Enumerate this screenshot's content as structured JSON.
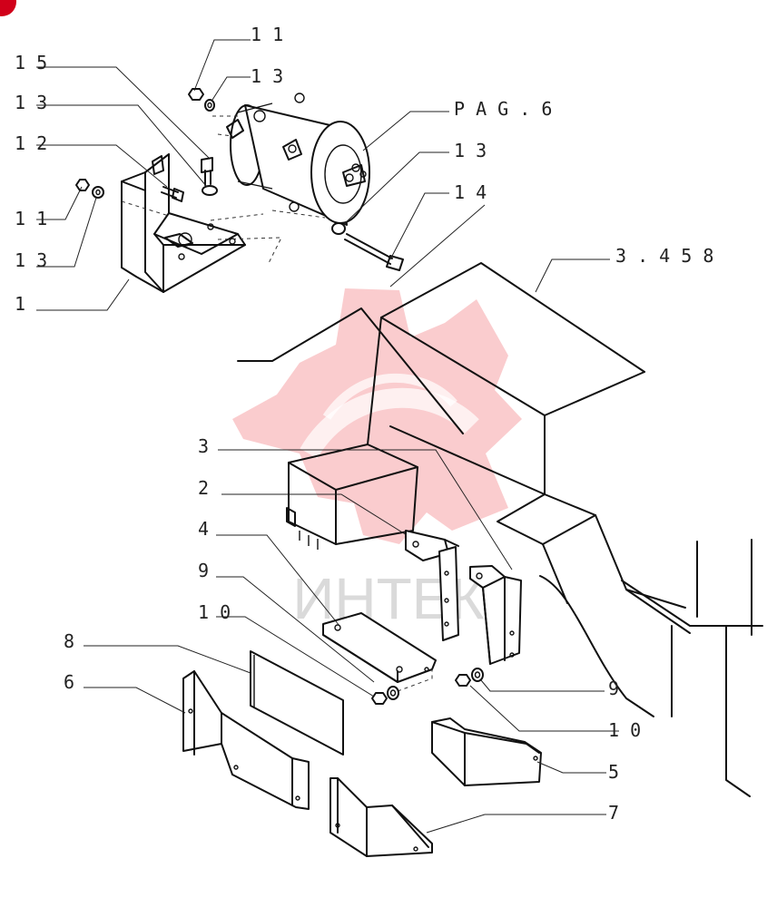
{
  "diagram": {
    "callouts": [
      {
        "id": "c11a",
        "text": "1 1"
      },
      {
        "id": "c13a",
        "text": "1 3"
      },
      {
        "id": "cpag",
        "text": "P A G . 6"
      },
      {
        "id": "c15",
        "text": "1 5"
      },
      {
        "id": "c13b",
        "text": "1 3"
      },
      {
        "id": "c12",
        "text": "1 2"
      },
      {
        "id": "c13c",
        "text": "1 3"
      },
      {
        "id": "c14",
        "text": "1 4"
      },
      {
        "id": "c11b",
        "text": "1 1"
      },
      {
        "id": "c13d",
        "text": "1 3"
      },
      {
        "id": "c1",
        "text": "1"
      },
      {
        "id": "c3458",
        "text": "3 . 4 5 8"
      },
      {
        "id": "c3",
        "text": "3"
      },
      {
        "id": "c2",
        "text": "2"
      },
      {
        "id": "c4",
        "text": "4"
      },
      {
        "id": "c9a",
        "text": "9"
      },
      {
        "id": "c10a",
        "text": "1 0"
      },
      {
        "id": "c8",
        "text": "8"
      },
      {
        "id": "c6",
        "text": "6"
      },
      {
        "id": "c9b",
        "text": "9"
      },
      {
        "id": "c10b",
        "text": "1 0"
      },
      {
        "id": "c5",
        "text": "5"
      },
      {
        "id": "c7",
        "text": "7"
      }
    ],
    "watermark": "ИНТЕК",
    "colors": {
      "line": "#111111",
      "watermark": "#e8000c",
      "corner_badge": "#d1001a"
    }
  }
}
